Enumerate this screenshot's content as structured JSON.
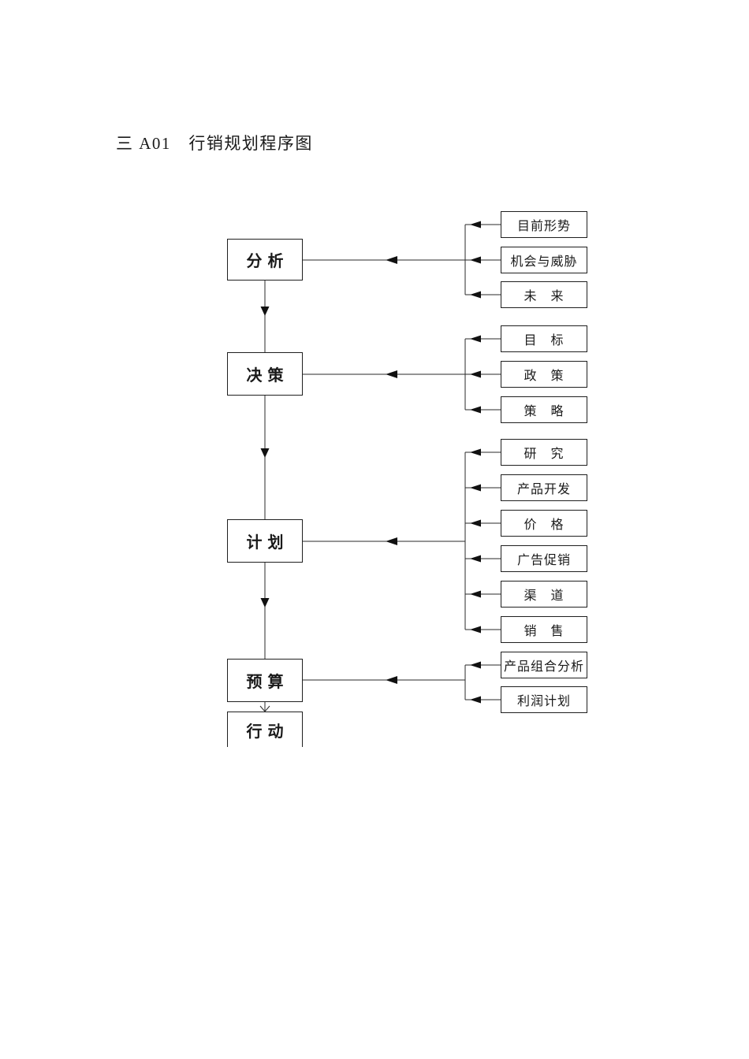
{
  "title": "三 A01　行销规划程序图",
  "flowchart": {
    "stages": [
      {
        "id": "analysis",
        "label": "分析"
      },
      {
        "id": "decision",
        "label": "决策"
      },
      {
        "id": "planning",
        "label": "计划"
      },
      {
        "id": "budget",
        "label": "预算"
      },
      {
        "id": "action",
        "label": "行动"
      }
    ],
    "groups": [
      {
        "feeds_stage": "分析",
        "items": [
          "目前形势",
          "机会与威胁",
          "未　来"
        ]
      },
      {
        "feeds_stage": "决策",
        "items": [
          "目　标",
          "政　策",
          "策　略"
        ]
      },
      {
        "feeds_stage": "计划",
        "items": [
          "研　究",
          "产品开发",
          "价　格",
          "广告促销",
          "渠　道",
          "销　售"
        ]
      },
      {
        "feeds_stage": "预算",
        "items": [
          "产品组合分析",
          "利润计划"
        ]
      }
    ],
    "colors": {
      "background": "#ffffff",
      "line": "#2a2a2a",
      "box_border": "#1f1f1f",
      "text": "#1a1a1a"
    }
  }
}
